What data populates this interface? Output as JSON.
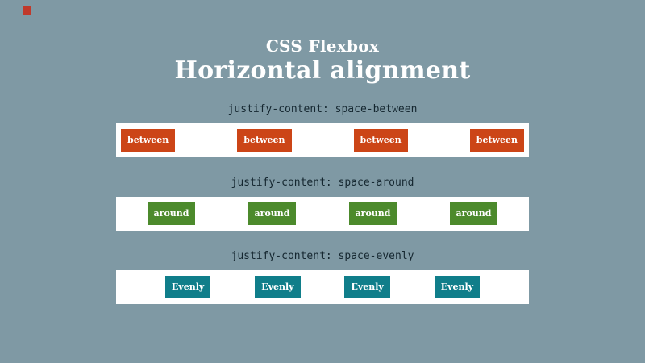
{
  "page": {
    "background_color": "#7F99A4",
    "panel_color": "#FFFFFF",
    "label_text_color": "#152730",
    "title_text_color": "#FFFFFF"
  },
  "decoration": {
    "red_dot_color": "#C0392B"
  },
  "header": {
    "subtitle": "CSS Flexbox",
    "title": "Horizontal alignment"
  },
  "sections": [
    {
      "label": "justify-content: space-between",
      "property_value": "space-between",
      "item_color": "#CC4517",
      "items": [
        "between",
        "between",
        "between",
        "between"
      ]
    },
    {
      "label": "justify-content: space-around",
      "property_value": "space-around",
      "item_color": "#4C8A2C",
      "items": [
        "around",
        "around",
        "around",
        "around"
      ]
    },
    {
      "label": "justify-content: space-evenly",
      "property_value": "space-evenly",
      "item_color": "#107E8A",
      "items": [
        "Evenly",
        "Evenly",
        "Evenly",
        "Evenly"
      ]
    }
  ]
}
